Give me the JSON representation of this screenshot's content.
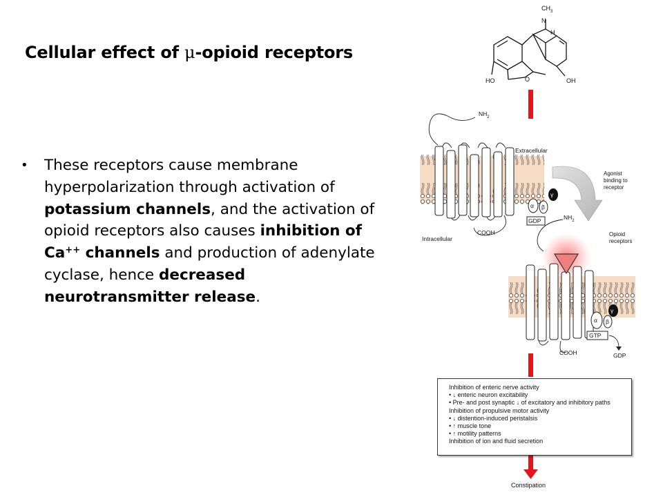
{
  "title": {
    "before": "Cellular effect of ",
    "mu": "μ",
    "after": "-opioid receptors"
  },
  "bullet": {
    "marker": "•",
    "t1": "These receptors cause membrane hyperpolarization through activation of ",
    "b1": "potassium channels",
    "t2": ", and the activation of opioid receptors also causes ",
    "b2": "inhibition of Ca",
    "b2sup": "++",
    "b2end": " channels",
    "t3": " and production of adenylate cyclase, hence ",
    "b3": "decreased neurotransmitter release",
    "t4": "."
  },
  "figure": {
    "molecule": {
      "ch3": "CH",
      "ch3_sub": "3",
      "n": "N",
      "h": "H",
      "ho": "HO",
      "o": "O",
      "oh": "OH"
    },
    "receptor1": {
      "nh2": "NH",
      "nh2_sub": "2",
      "extracellular": "Extracellular",
      "intracellular": "Intracellular",
      "cooh": "COOH",
      "alpha": "α",
      "beta": "β",
      "gamma": "γ",
      "gdp": "GDP"
    },
    "agonist_label": [
      "Agonist",
      "binding to",
      "receptor"
    ],
    "opioid_label": [
      "Opioid",
      "receptors"
    ],
    "receptor2": {
      "nh2": "NH",
      "nh2_sub": "2",
      "cooh": "COOH",
      "alpha": "α",
      "beta": "β",
      "gamma": "γ",
      "gtp": "GTP",
      "gdp": "GDP"
    },
    "effects": [
      "Inhibition of enteric nerve activity",
      "• ↓ enteric neuron excitability",
      "• Pre- and post synaptic ↓ of excitatory and inhibitory paths",
      "Inhibition of propulsive motor activity",
      "• ↓ distention-induced peristalsis",
      "• ↑ muscle tone",
      "• ↑ motility patterns",
      "Inhibition of ion and fluid secretion"
    ],
    "outcome": "Constipation",
    "colors": {
      "arrow_red": "#e4161b",
      "membrane": "#f6dcc4",
      "glow": "#ff6b6b",
      "triangle": "#f08080",
      "grey_arrow": "#c9c9c9"
    }
  }
}
